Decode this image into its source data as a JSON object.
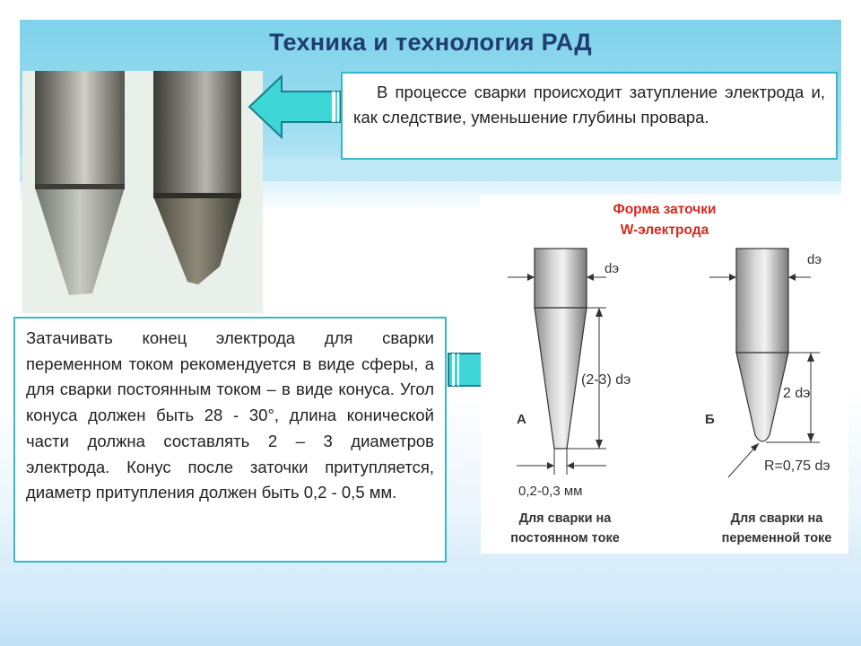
{
  "slide": {
    "title": "Техника и технология РАД",
    "top_box_text": "В процессе сварки происходит затупление электрода и, как следствие, уменьшение глубины провара.",
    "bottom_box_text": "Затачивать конец электрода для сварки переменном током рекомендуется в виде сферы, а для сварки постоянным током – в виде конуса. Угол конуса должен быть 28 - 30°, длина конической части должна составлять 2 – 3 диаметров электрода. Конус после заточки притупляется, диаметр притупления должен быть 0,2 - 0,5 мм."
  },
  "diagram": {
    "title_line1": "Форма заточки",
    "title_line2": "W-электрода",
    "left": {
      "diameter_label": "dэ",
      "cone_label": "(2-3) dэ",
      "letter": "А",
      "tip_label": "0,2-0,3 мм",
      "caption_line1": "Для сварки на",
      "caption_line2": "постоянном токе"
    },
    "right": {
      "diameter_label": "dэ",
      "cone_label": "2 dэ",
      "letter": "Б",
      "radius_label": "R=0,75 dэ",
      "caption_line1": "Для сварки на",
      "caption_line2": "переменной токе"
    }
  },
  "colors": {
    "title": "#1f3d6e",
    "box_border": "#38b8c9",
    "arrow_fill": "#3fd6d8",
    "diagram_title": "#d32a1e"
  },
  "icons": [
    "left-arrow-icon",
    "right-arrow-icon"
  ]
}
